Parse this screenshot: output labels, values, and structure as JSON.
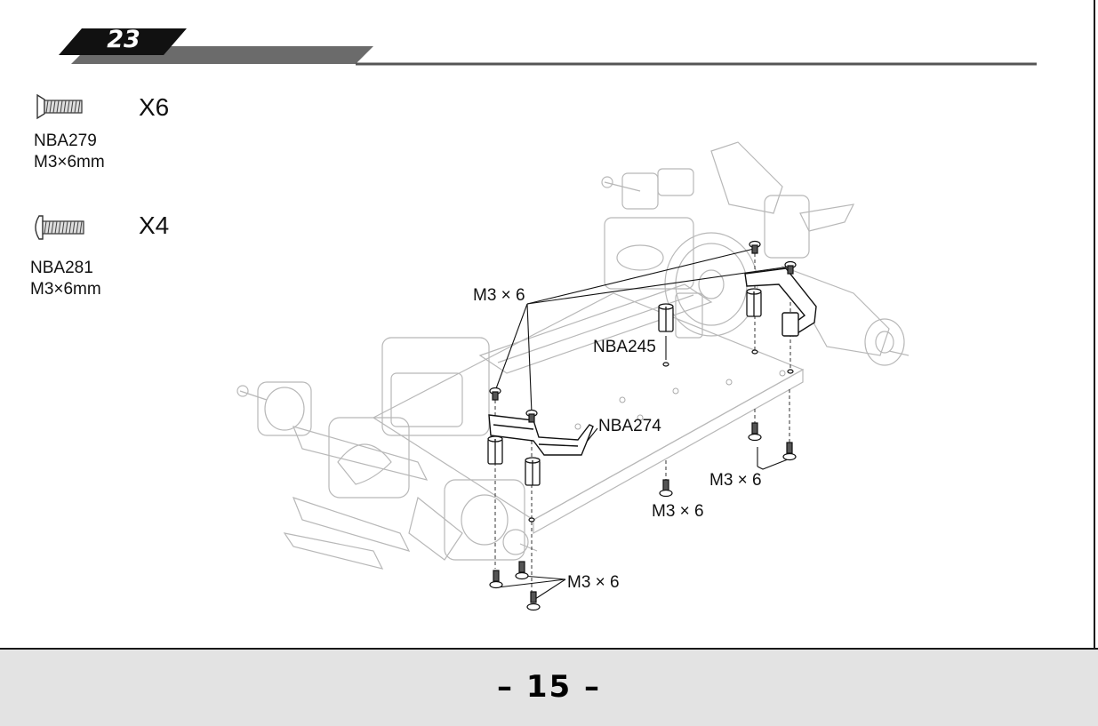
{
  "step": {
    "number": "23"
  },
  "parts": [
    {
      "code": "NBA279",
      "size": "M3×6mm",
      "quantity": "X6",
      "head": "flat"
    },
    {
      "code": "NBA281",
      "size": "M3×6mm",
      "quantity": "X4",
      "head": "button"
    }
  ],
  "callouts": {
    "screw_top_left": "M3 × 6",
    "spacer": "NBA245",
    "brace": "NBA274",
    "screw_bottom_right": "M3 × 6",
    "screw_bottom_center": "M3 × 6",
    "screw_bottom_front": "M3 × 6"
  },
  "footer": {
    "page_label": "– 15 –"
  },
  "colors": {
    "ink": "#111111",
    "line_gray": "#9a9a9a",
    "footer_bg": "#e3e3e3",
    "banner_gray": "#6b6b6b"
  }
}
